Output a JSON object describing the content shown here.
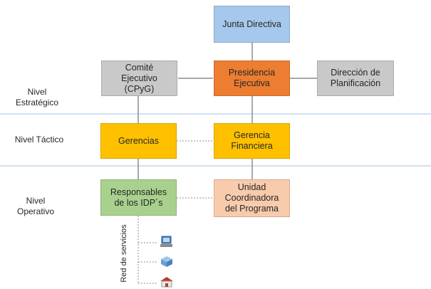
{
  "boxes": {
    "junta": {
      "lines": [
        "Junta Directiva"
      ],
      "color": "#a6c8ec"
    },
    "comite": {
      "lines": [
        "Comité",
        "Ejecutivo",
        "(CPyG)"
      ],
      "color": "#c9c9c9"
    },
    "presidencia": {
      "lines": [
        "Presidencia",
        "Ejecutiva"
      ],
      "color": "#ed7d31"
    },
    "direccion": {
      "lines": [
        "Dirección de",
        "Planificación"
      ],
      "color": "#c9c9c9"
    },
    "gerencias": {
      "lines": [
        "Gerencias"
      ],
      "color": "#ffc000"
    },
    "gerencia_financiera": {
      "lines": [
        "Gerencia",
        "Financiera"
      ],
      "color": "#ffc000"
    },
    "responsables": {
      "lines": [
        "Responsables",
        "de los IDP´s"
      ],
      "color": "#a9d18e"
    },
    "unidad": {
      "lines": [
        "Unidad",
        "Coordinadora",
        "del Programa"
      ],
      "color": "#f8cbad"
    }
  },
  "levels": {
    "estrategico": [
      "Nivel",
      "Estratégico"
    ],
    "tactico": [
      "Nivel Táctico"
    ],
    "operativo": [
      "Nivel",
      "Operativo"
    ]
  },
  "services_label": "Red de servicios",
  "icons": [
    "computer-icon",
    "server-icon",
    "building-icon"
  ]
}
